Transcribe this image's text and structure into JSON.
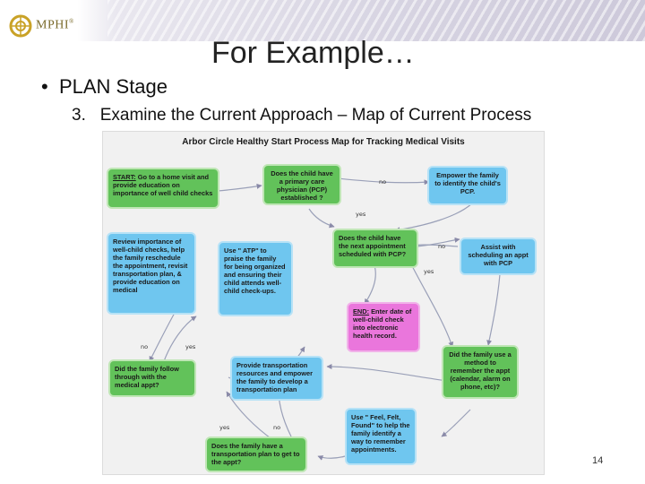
{
  "header": {
    "logo_text": "MPHI",
    "logo_mark": "®",
    "title": "For Example…",
    "bullet": "PLAN Stage",
    "subpoint_number": "3.",
    "subpoint_text": "Examine the Current Approach – Map of Current Process"
  },
  "colors": {
    "green": "#62c25a",
    "blue": "#6fc6ef",
    "pink": "#ea76dc"
  },
  "map": {
    "title": "Arbor Circle Healthy Start Process Map for Tracking Medical Visits",
    "start_prefix": "START:",
    "start_text": " Go to a  home visit and provide education on importance of well child checks",
    "q_pcp": "Does the child have a primary care physician (PCP)  established ?",
    "empower": "Empower the family to  identify  the child's PCP.",
    "review": "Review importance of well-child checks, help the family reschedule the appointment, revisit transportation plan, & provide education on medical",
    "atp": "Use \" ATP\"  to praise the family for being organized and ensuring their child attends well-child check-ups.",
    "q_next_appt": "Does the child have the next appointment scheduled with PCP?",
    "assist": "Assist with scheduling an appt with PCP",
    "end_prefix": "END:",
    "end_text": " Enter date of well-child check into electronic health record.",
    "q_follow": "Did the family follow through with the medical appt?",
    "transport": "Provide transportation resources and empower the family to develop a transportation plan",
    "q_method": "Did the family use a method to remember the appt (calendar, alarm on phone, etc)?",
    "q_transport": "Does the family have a transportation plan to get to the appt?",
    "feel": "Use \" Feel, Felt, Found\" to help the family identify  a way to remember appointments.",
    "labels": {
      "no1": "no",
      "yes1": "yes",
      "no2": "no",
      "yes2": "yes",
      "no3": "no",
      "yes3": "yes",
      "yes4": "yes",
      "no4": "no"
    }
  },
  "page_number": "14"
}
